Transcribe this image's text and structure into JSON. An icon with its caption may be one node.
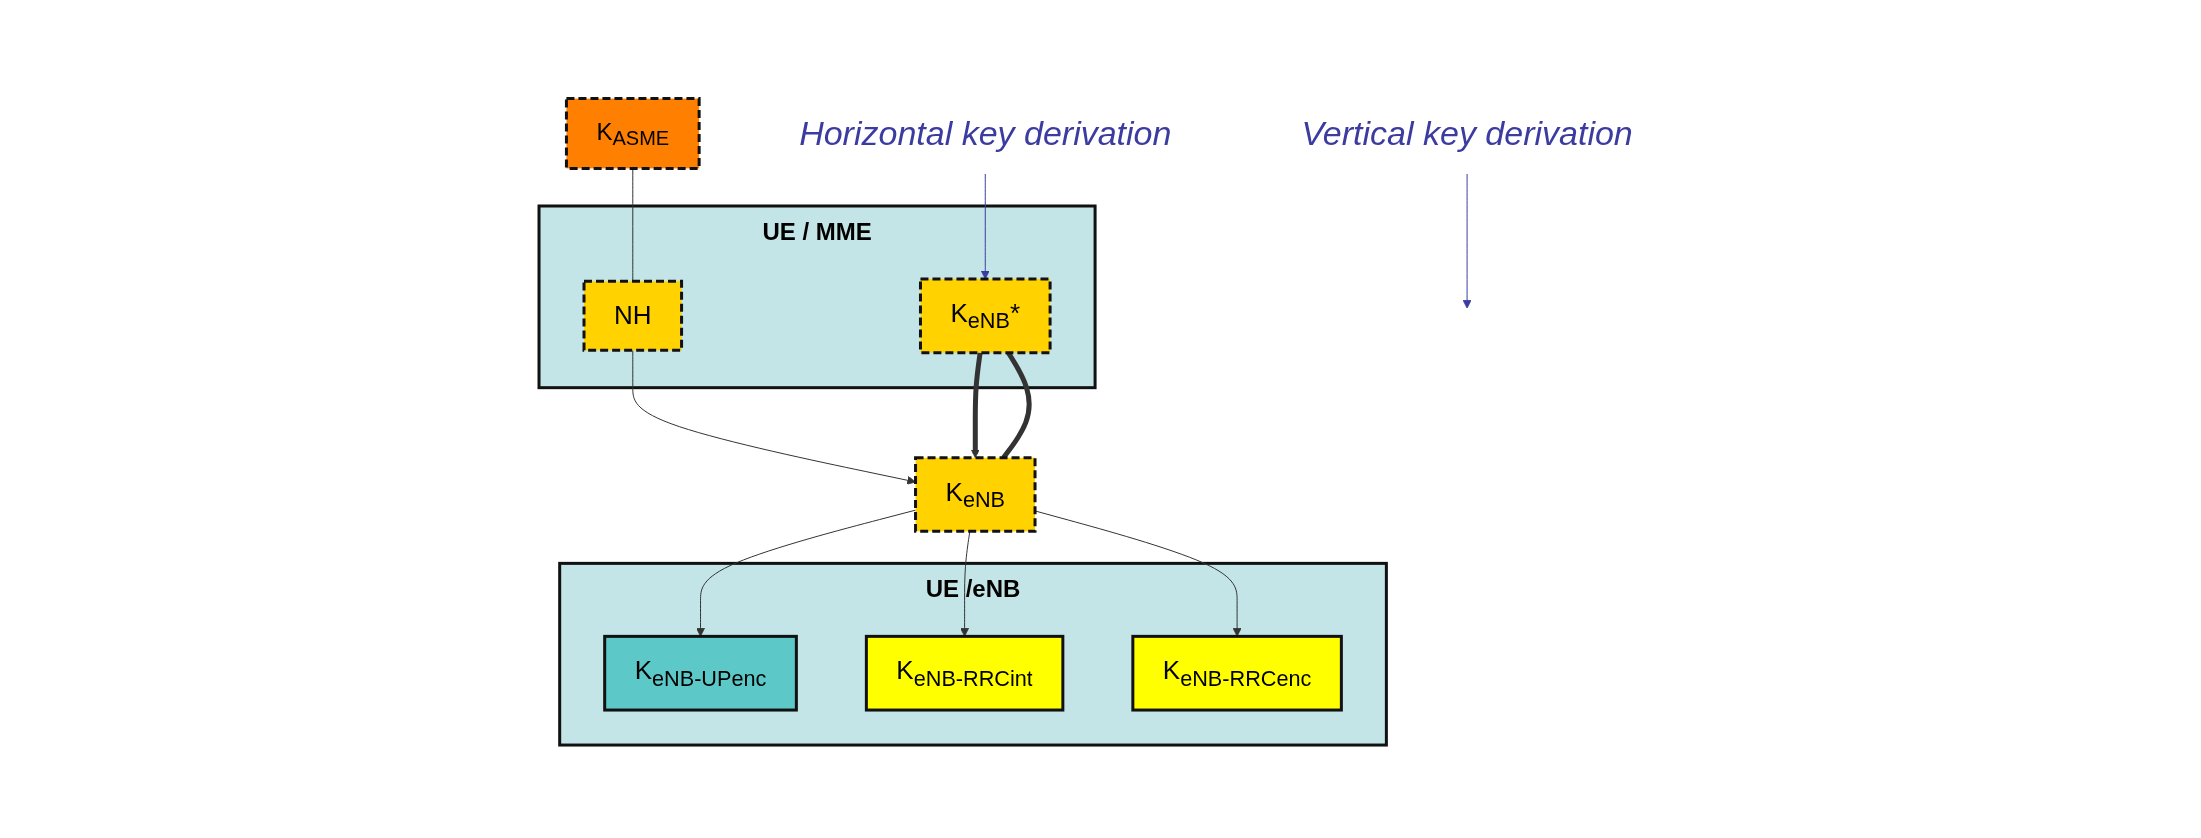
{
  "diagram": {
    "nodes": [
      {
        "text": [
          "UE / MME"
        ]
      },
      {
        "text": [
          "UE /eNB"
        ]
      },
      {
        "text": [
          "K$_{ASME}$"
        ]
      },
      {
        "text": [
          "NH"
        ],
        "in": 0
      },
      {
        "text": [
          "K$_{eNB}$*"
        ],
        "in": 0
      },
      {
        "text": [
          "K$_{eNB}$"
        ]
      },
      {
        "text": [
          "K$_{eNB-UPenc}$"
        ],
        "in": 1
      },
      {
        "text": [
          "K$_{eNB-RRCint}$"
        ],
        "in": 1
      },
      {
        "text": [
          "K$_{eNB-RRCenc}$"
        ],
        "in": 1
      },
      {
        "text": [
          "Vertical key derivation"
        ]
      },
      {
        "text": [
          "Horizontal key derivation"
        ]
      }
    ],
    "edges": [
      {
        "from": 2,
        "to": 3,
        "arrow": "none"
      },
      {
        "from": 3,
        "to": 5,
        "arrow": "to"
      },
      {
        "from": 5,
        "to": 4,
        "arrow": "none",
        "style": "thick"
      },
      {
        "from": 4,
        "to": 5,
        "arrow": "to",
        "style": "thick"
      },
      {
        "from": 5,
        "to": 6,
        "arrow": "to"
      },
      {
        "from": 5,
        "to": 7,
        "arrow": "to"
      },
      {
        "from": 5,
        "to": 8,
        "arrow": "to"
      },
      {
        "from": 9,
        "to": null,
        "arrow": "to",
        "color": "#3b3ba0"
      },
      {
        "from": 10,
        "to": 4,
        "arrow": "to",
        "color": "#3b3ba0"
      }
    ]
  }
}
